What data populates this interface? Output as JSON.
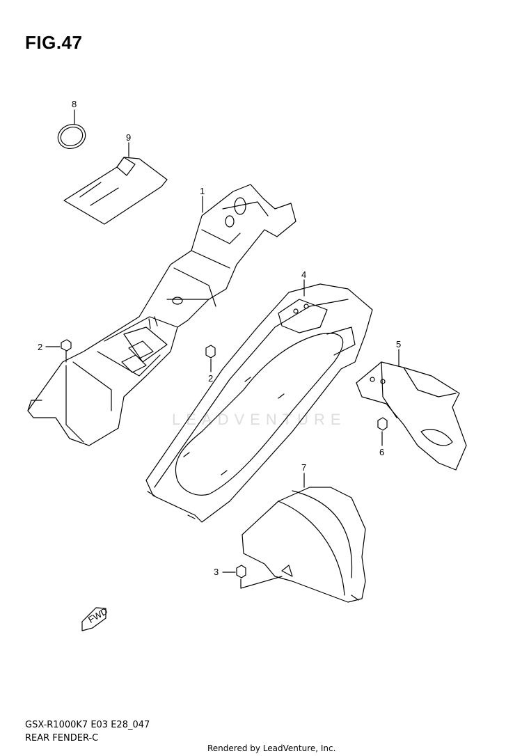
{
  "figure": {
    "title": "FIG.47"
  },
  "callouts": [
    {
      "id": "8",
      "label": "8"
    },
    {
      "id": "9",
      "label": "9"
    },
    {
      "id": "1",
      "label": "1"
    },
    {
      "id": "4",
      "label": "4"
    },
    {
      "id": "2a",
      "label": "2"
    },
    {
      "id": "2b",
      "label": "2"
    },
    {
      "id": "5",
      "label": "5"
    },
    {
      "id": "6",
      "label": "6"
    },
    {
      "id": "7",
      "label": "7"
    },
    {
      "id": "3",
      "label": "3"
    }
  ],
  "badge": {
    "fwd": "FWD"
  },
  "watermark": "LEADVENTURE",
  "footer": {
    "model_code": "GSX-R1000K7 E03 E28_047",
    "page_name": "REAR FENDER-C",
    "rendered_by": "Rendered by LeadVenture, Inc."
  }
}
